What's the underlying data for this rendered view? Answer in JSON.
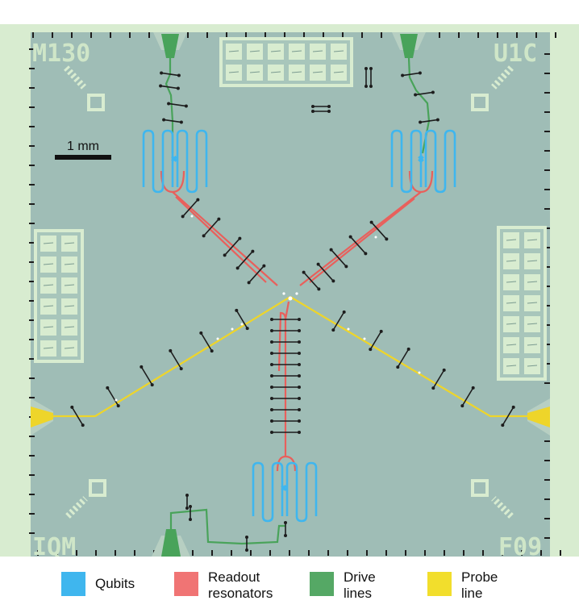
{
  "figure": {
    "corner_labels": {
      "top_left": "M130",
      "top_right": "U1C",
      "bottom_left": "IQM",
      "bottom_right": "F09"
    },
    "scale_bar": {
      "label": "1 mm"
    }
  },
  "legend": {
    "items": [
      {
        "label": "Qubits",
        "color": "#3fb6ee"
      },
      {
        "label": "Readout\nresonators",
        "color": "#f07474"
      },
      {
        "label": "Drive\nlines",
        "color": "#55a865"
      },
      {
        "label": "Probe\nline",
        "color": "#f2de2c"
      }
    ]
  },
  "colors": {
    "substrate": "#9fbdb6",
    "metal": "#d8ecd0",
    "qubit": "#3fb6ee",
    "readout": "#e8605c",
    "drive": "#49a35a",
    "probe": "#eed52a",
    "airbridge": "#1d1d1d"
  }
}
